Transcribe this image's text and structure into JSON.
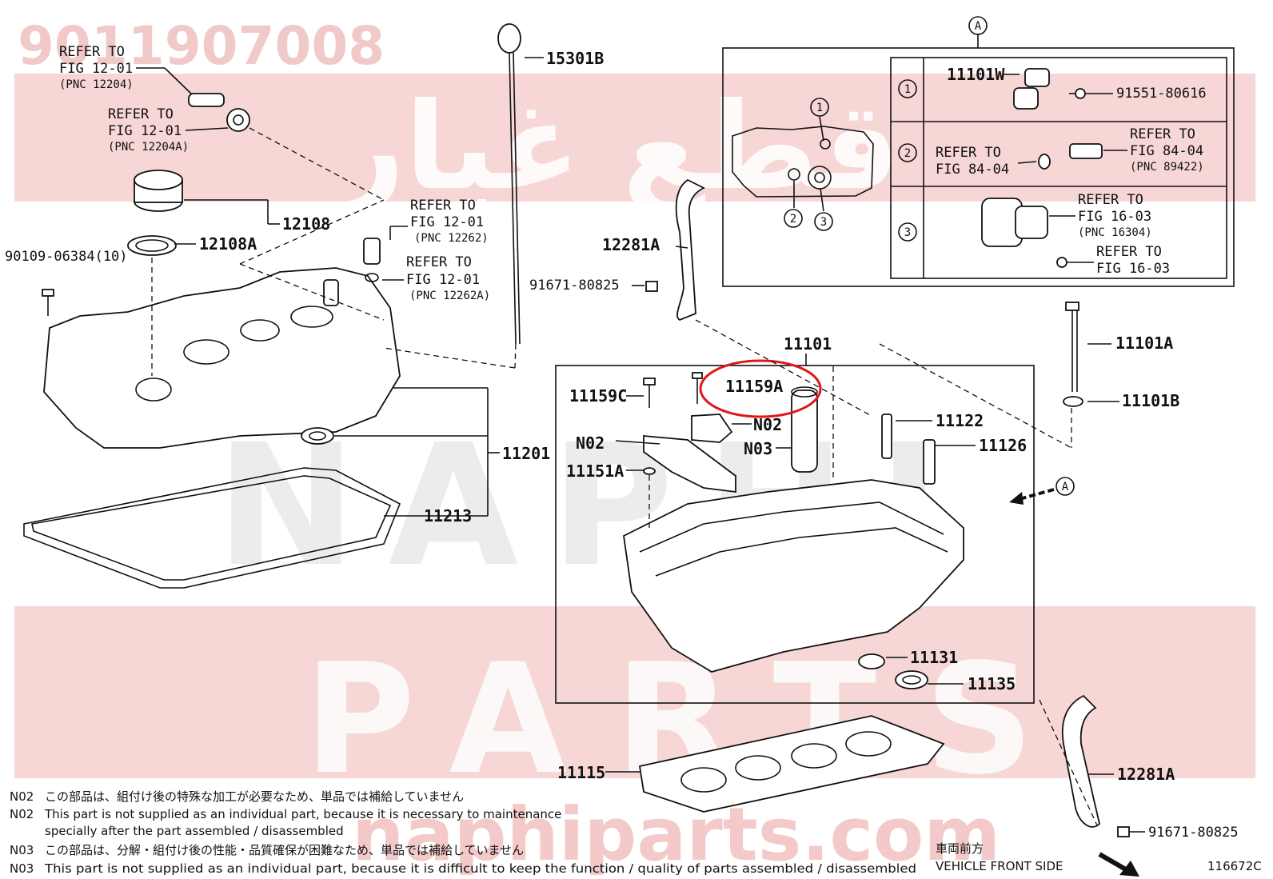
{
  "watermark": {
    "part_number": "9011907008",
    "arabic": "قطع غيار",
    "word1": "NAPHI",
    "word2": "PARTS",
    "site": "naphiparts.com"
  },
  "labels": {
    "p15301b": "15301B",
    "p12108": "12108",
    "p12108a": "12108A",
    "p9010906384": "90109-06384(10)",
    "p11201": "11201",
    "p11213": "11213",
    "p12281a_top": "12281A",
    "p9167180825_top": "91671-80825",
    "p11101": "11101",
    "p11159c": "11159C",
    "p11159a": "11159A",
    "n02_a": "N02",
    "n02_b": "N02",
    "n03": "N03",
    "p11151a": "11151A",
    "p11122": "11122",
    "p11126": "11126",
    "p11101a": "11101A",
    "p11101b": "11101B",
    "p11131": "11131",
    "p11135": "11135",
    "p11115": "11115",
    "p12281a_bottom": "12281A",
    "p9167180825_bottom": "91671-80825",
    "p11101w": "11101W",
    "p9155180616": "91551-80616",
    "callout_a_top": "A",
    "callout_a_side": "A",
    "c1": "1",
    "c2": "2",
    "c3": "3",
    "c1_inset": "1",
    "c2_inset": "2",
    "c3_inset": "3"
  },
  "refs": {
    "r1": {
      "l1": "REFER TO",
      "l2": "FIG 12-01",
      "l3": "(PNC 12204)"
    },
    "r2": {
      "l1": "REFER TO",
      "l2": "FIG 12-01",
      "l3": "(PNC 12204A)"
    },
    "r3": {
      "l1": "REFER TO",
      "l2": "FIG 12-01",
      "l3": "(PNC 12262)"
    },
    "r4": {
      "l1": "REFER TO",
      "l2": "FIG 12-01",
      "l3": "(PNC 12262A)"
    },
    "r5": {
      "l1": "REFER TO",
      "l2": "FIG 84-04"
    },
    "r6": {
      "l1": "REFER TO",
      "l2": "FIG 84-04",
      "l3": "(PNC 89422)"
    },
    "r7": {
      "l1": "REFER TO",
      "l2": "FIG 16-03",
      "l3": "(PNC 16304)"
    },
    "r8": {
      "l1": "REFER TO",
      "l2": "FIG 16-03"
    }
  },
  "notes": {
    "n02_jp": "この部品は、組付け後の特殊な加工が必要なため、単品では補給していません",
    "n02_en1": "This part is not supplied as an individual part, because it is necessary to maintenance",
    "n02_en2": "specially after the part assembled / disassembled",
    "n03_jp": "この部品は、分解・組付け後の性能・品質確保が困難なため、単品では補給していません",
    "n03_en": "This part is not supplied as an individual part, because it is difficult to keep the function / quality of parts  assembled / disassembled",
    "code_n02": "N02",
    "code_n03": "N03"
  },
  "front": {
    "jp": "車両前方",
    "en": "VEHICLE FRONT SIDE"
  },
  "figure_code": "116672C",
  "colors": {
    "watermark_band": "#f3c8c8",
    "highlight": "#e01818",
    "watermark_text": "#e7e7e7"
  }
}
